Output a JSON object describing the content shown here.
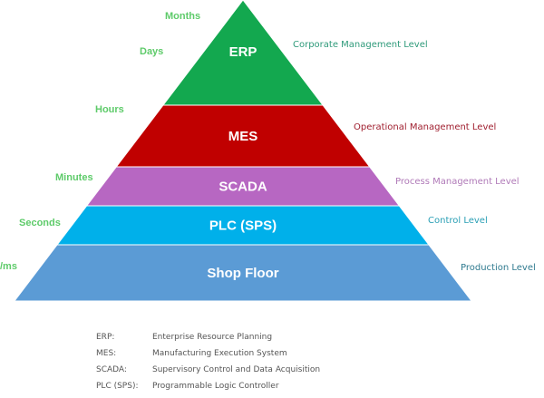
{
  "layers": [
    {
      "name": "ERP",
      "color": "#13a84f",
      "level": "Corporate Management Level",
      "level_color": "#2e9a7a",
      "time": "Months",
      "time2": "Days"
    },
    {
      "name": "MES",
      "color": "#c00000",
      "level": "Operational Management Level",
      "level_color": "#a02030",
      "time": "Hours"
    },
    {
      "name": "SCADA",
      "color": "#b767c2",
      "level": "Process Management Level",
      "level_color": "#b07ab8",
      "time": "Minutes"
    },
    {
      "name": "PLC (SPS)",
      "color": "#00b0ea",
      "level": "Control Level",
      "level_color": "#2a9fb5",
      "time": "Seconds"
    },
    {
      "name": "Shop Floor",
      "color": "#5b9bd5",
      "level": "Production Level",
      "level_color": "#2f7a8f",
      "time": "/ms"
    }
  ],
  "legend": [
    {
      "abbr": "ERP:",
      "full": "Enterprise Resource Planning"
    },
    {
      "abbr": "MES:",
      "full": "Manufacturing Execution System"
    },
    {
      "abbr": "SCADA:",
      "full": "Supervisory Control and Data Acquisition"
    },
    {
      "abbr": "PLC (SPS):",
      "full": "Programmable Logic Controller"
    }
  ]
}
